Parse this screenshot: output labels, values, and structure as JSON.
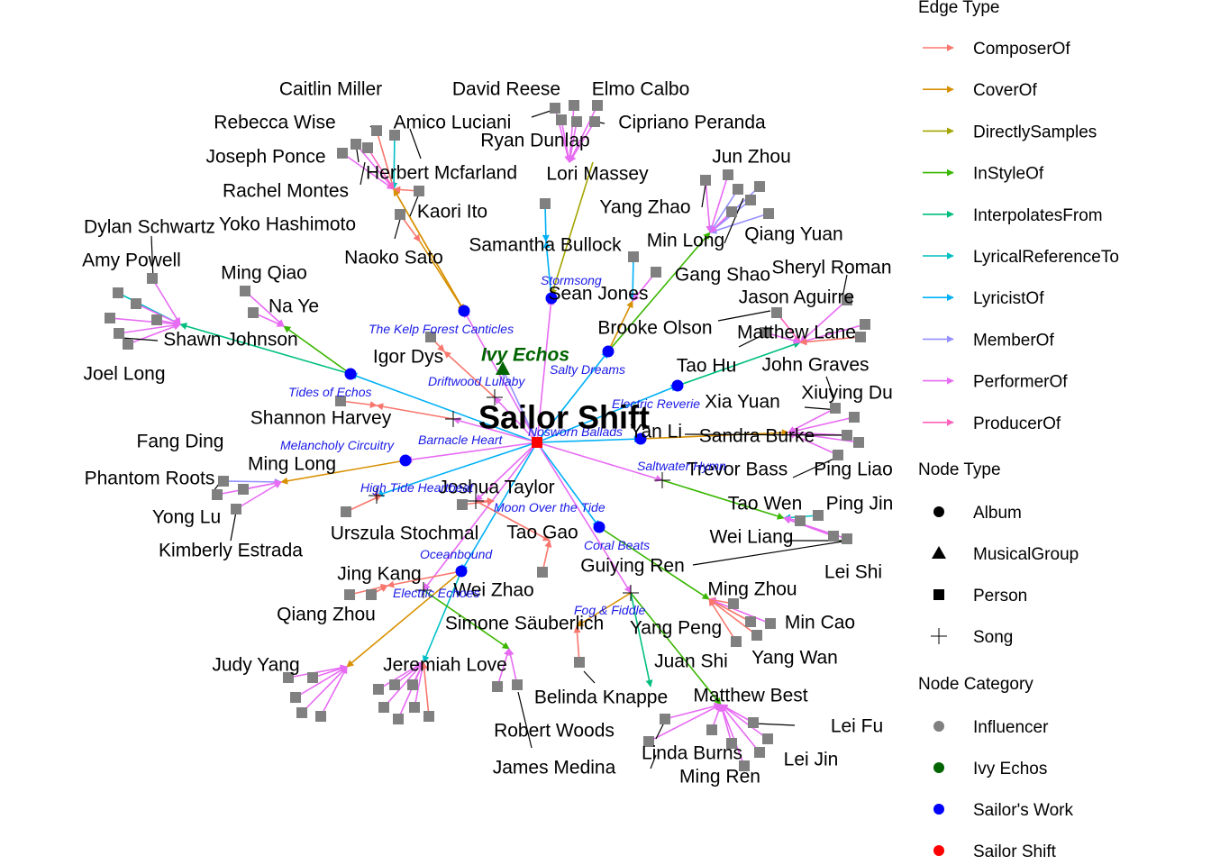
{
  "center": {
    "name": "Sailor Shift",
    "color": "#ff0000"
  },
  "group": {
    "name": "Ivy Echos",
    "color": "#006400"
  },
  "edge_colors": {
    "ComposerOf": "#F8766D",
    "CoverOf": "#D89000",
    "DirectlySamples": "#A3A500",
    "InStyleOf": "#39B600",
    "InterpolatesFrom": "#00BF7D",
    "LyricalReferenceTo": "#00BFC4",
    "LyricistOf": "#00B0F6",
    "MemberOf": "#9590FF",
    "PerformerOf": "#E76BF3",
    "ProducerOf": "#FF62BC"
  },
  "works": [
    {
      "name": "Stormsong",
      "type": "Album"
    },
    {
      "name": "The Kelp Forest Canticles",
      "type": "Album"
    },
    {
      "name": "Salty Dreams",
      "type": "Album"
    },
    {
      "name": "Tides of Echos",
      "type": "Album"
    },
    {
      "name": "Driftwood Lullaby",
      "type": "Song"
    },
    {
      "name": "Electric Reverie",
      "type": "Album"
    },
    {
      "name": "Barnacle Heart",
      "type": "Song"
    },
    {
      "name": "Melancholy Circuitry",
      "type": "Album"
    },
    {
      "name": "Nosworn Ballads",
      "type": "Album"
    },
    {
      "name": "Saltwater Hymn",
      "type": "Song"
    },
    {
      "name": "High Tide Heartbeat",
      "type": "Song"
    },
    {
      "name": "Moon Over the Tide",
      "type": "Song"
    },
    {
      "name": "Coral Beats",
      "type": "Album"
    },
    {
      "name": "Oceanbound",
      "type": "Album"
    },
    {
      "name": "Electric Echoes",
      "type": "Song"
    },
    {
      "name": "Fog & Fiddle",
      "type": "Song"
    }
  ],
  "people": [
    "Caitlin Miller",
    "David Reese",
    "Elmo Calbo",
    "Rebecca Wise",
    "Amico Luciani",
    "Cipriano Peranda",
    "Ryan Dunlap",
    "Joseph Ponce",
    "Herbert Mcfarland",
    "Lori Massey",
    "Jun Zhou",
    "Rachel Montes",
    "Kaori Ito",
    "Yang Zhao",
    "Dylan Schwartz",
    "Yoko Hashimoto",
    "Min Long",
    "Qiang Yuan",
    "Samantha Bullock",
    "Amy Powell",
    "Naoko Sato",
    "Sheryl Roman",
    "Ming Qiao",
    "Gang Shao",
    "Jason Aguirre",
    "Sean Jones",
    "Na Ye",
    "Brooke Olson",
    "Matthew Lane",
    "Shawn Johnson",
    "Igor Dys",
    "Joel Long",
    "Tao Hu",
    "John Graves",
    "Xia Yuan",
    "Xiuying Du",
    "Shannon Harvey",
    "Yan Li",
    "Sandra Burke",
    "Fang Ding",
    "Ming Long",
    "Trevor Bass",
    "Ping Liao",
    "Phantom Roots",
    "Joshua Taylor",
    "Tao Wen",
    "Ping Jin",
    "Yong Lu",
    "Wei Liang",
    "Urszula Stochmal",
    "Tao Gao",
    "Kimberly Estrada",
    "Lei Shi",
    "Guiying Ren",
    "Jing Kang",
    "Wei Zhao",
    "Ming Zhou",
    "Qiang Zhou",
    "Min Cao",
    "Simone Säuberlich",
    "Yang Peng",
    "Judy Yang",
    "Yang Wan",
    "Jeremiah Love",
    "Juan Shi",
    "Matthew Best",
    "Belinda Knappe",
    "Lei Fu",
    "Robert Woods",
    "Linda Burns",
    "Lei Jin",
    "James Medina",
    "Ming Ren"
  ],
  "legend": {
    "edge_title": "Edge Type",
    "edge_types": [
      "ComposerOf",
      "CoverOf",
      "DirectlySamples",
      "InStyleOf",
      "InterpolatesFrom",
      "LyricalReferenceTo",
      "LyricistOf",
      "MemberOf",
      "PerformerOf",
      "ProducerOf"
    ],
    "node_type_title": "Node Type",
    "node_types": [
      {
        "label": "Album",
        "shape": "circle"
      },
      {
        "label": "MusicalGroup",
        "shape": "triangle"
      },
      {
        "label": "Person",
        "shape": "square"
      },
      {
        "label": "Song",
        "shape": "cross"
      }
    ],
    "category_title": "Node Category",
    "categories": [
      {
        "label": "Influencer",
        "color": "#808080"
      },
      {
        "label": "Ivy Echos",
        "color": "#006400"
      },
      {
        "label": "Sailor's Work",
        "color": "#0000ff"
      },
      {
        "label": "Sailor Shift",
        "color": "#ff0000"
      }
    ]
  }
}
